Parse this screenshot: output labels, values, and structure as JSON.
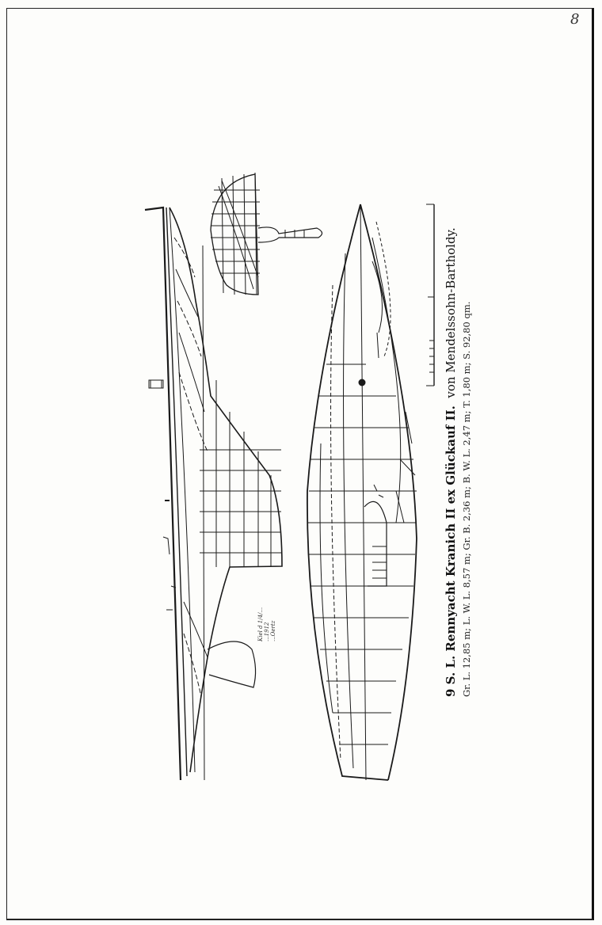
{
  "page": {
    "number": "8"
  },
  "caption": {
    "title_bold": "9 S. L. Rennyacht Kranich II ex Glückauf II.",
    "title_rest": "von Mendelssohn-Bartholdy.",
    "specs": "Gr. L. 12,85 m; L. W. L. 8,57 m; Gr. B. 2,36 m; B. W. L. 2,47 m; T. 1,80 m; S. 92,80 qm."
  },
  "signature": {
    "lines": [
      "Kiel d 1/4/...",
      "...1912",
      "...Oertz"
    ]
  },
  "colors": {
    "ink": "#1a1a1a",
    "paper": "#fdfdfb"
  }
}
